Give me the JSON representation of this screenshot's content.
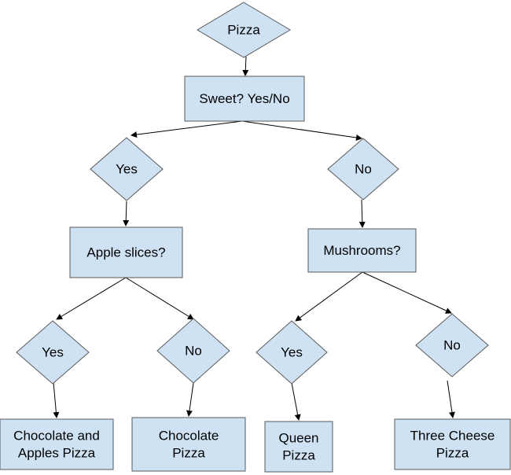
{
  "diagram": {
    "nodes": {
      "pizza": {
        "lines": [
          "Pizza"
        ]
      },
      "sweet": {
        "lines": [
          "Sweet? Yes/No"
        ]
      },
      "yes_1": {
        "lines": [
          "Yes"
        ]
      },
      "no_1": {
        "lines": [
          "No"
        ]
      },
      "apple": {
        "lines": [
          "Apple slices?"
        ]
      },
      "mushrooms": {
        "lines": [
          "Mushrooms?"
        ]
      },
      "yes_2": {
        "lines": [
          "Yes"
        ]
      },
      "no_2": {
        "lines": [
          "No"
        ]
      },
      "yes_3": {
        "lines": [
          "Yes"
        ]
      },
      "no_3": {
        "lines": [
          "No"
        ]
      },
      "choc_apples": {
        "lines": [
          "Chocolate and",
          "Apples Pizza"
        ]
      },
      "chocolate": {
        "lines": [
          "Chocolate",
          "Pizza"
        ]
      },
      "queen": {
        "lines": [
          "Queen",
          "Pizza"
        ]
      },
      "three_cheese": {
        "lines": [
          "Three Cheese",
          "Pizza"
        ]
      }
    },
    "edges": [
      {
        "from": "pizza",
        "to": "sweet"
      },
      {
        "from": "sweet",
        "to": "yes_1"
      },
      {
        "from": "sweet",
        "to": "no_1"
      },
      {
        "from": "yes_1",
        "to": "apple"
      },
      {
        "from": "no_1",
        "to": "mushrooms"
      },
      {
        "from": "apple",
        "to": "yes_2"
      },
      {
        "from": "apple",
        "to": "no_2"
      },
      {
        "from": "mushrooms",
        "to": "yes_3"
      },
      {
        "from": "mushrooms",
        "to": "no_3"
      },
      {
        "from": "yes_2",
        "to": "choc_apples"
      },
      {
        "from": "no_2",
        "to": "chocolate"
      },
      {
        "from": "yes_3",
        "to": "queen"
      },
      {
        "from": "no_3",
        "to": "three_cheese"
      }
    ]
  }
}
